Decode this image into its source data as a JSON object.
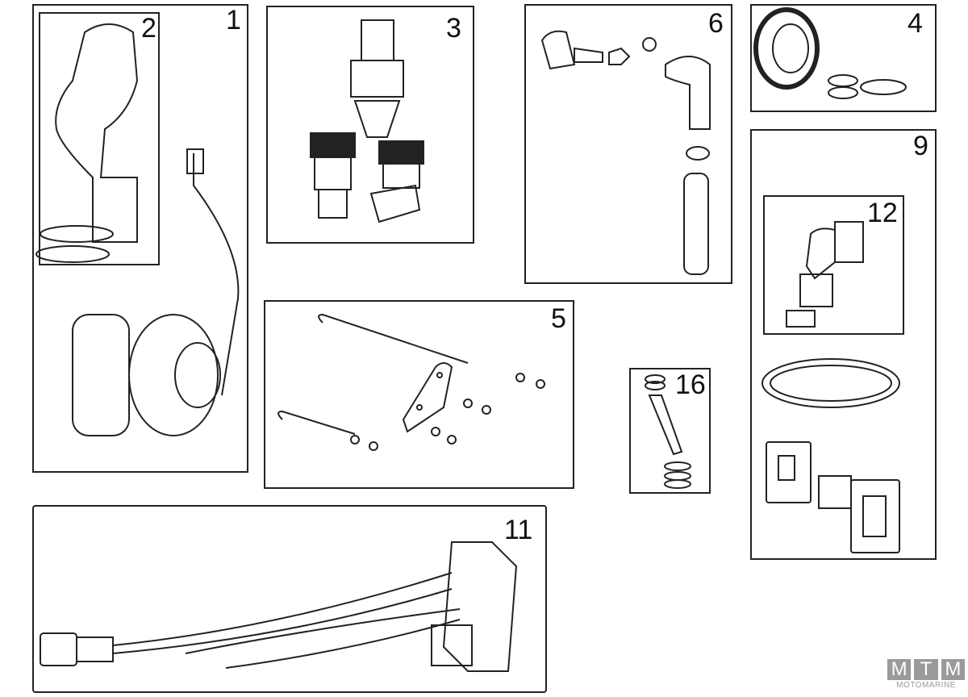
{
  "callouts": {
    "p1": "1",
    "p2": "2",
    "p3": "3",
    "p4": "4",
    "p5": "5",
    "p6": "6",
    "p9": "9",
    "p11": "11",
    "p12": "12",
    "p16": "16"
  },
  "logo": {
    "letters": [
      "M",
      "T",
      "M"
    ],
    "subtitle": "MOTOMARINE"
  }
}
